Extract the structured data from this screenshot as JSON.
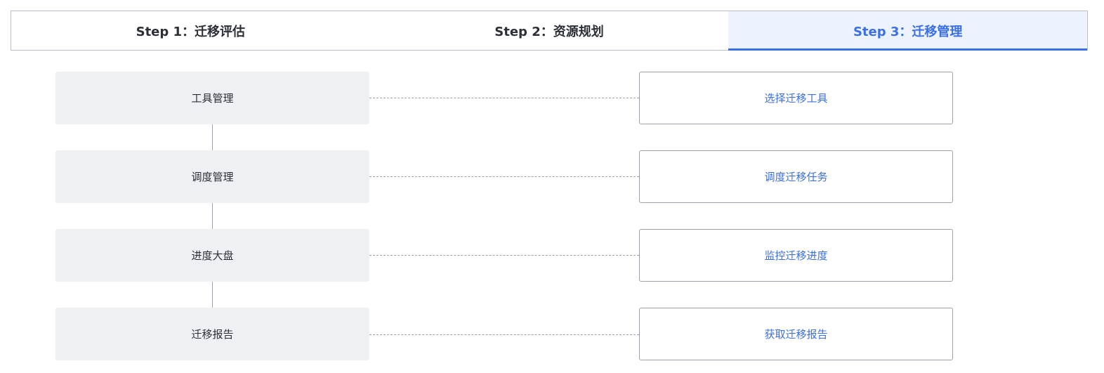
{
  "steps": [
    {
      "label": "Step 1：迁移评估",
      "active": false
    },
    {
      "label": "Step 2：资源规划",
      "active": false
    },
    {
      "label": "Step 3：迁移管理",
      "active": true
    }
  ],
  "rows": [
    {
      "module": "工具管理",
      "action": "选择迁移工具"
    },
    {
      "module": "调度管理",
      "action": "调度迁移任务"
    },
    {
      "module": "进度大盘",
      "action": "监控迁移进度"
    },
    {
      "module": "迁移报告",
      "action": "获取迁移报告"
    }
  ],
  "colors": {
    "accent": "#3a6fe8",
    "active_tab_bg": "#edf3fe",
    "module_bg": "#eff0f3",
    "border": "#9ea2a8"
  }
}
